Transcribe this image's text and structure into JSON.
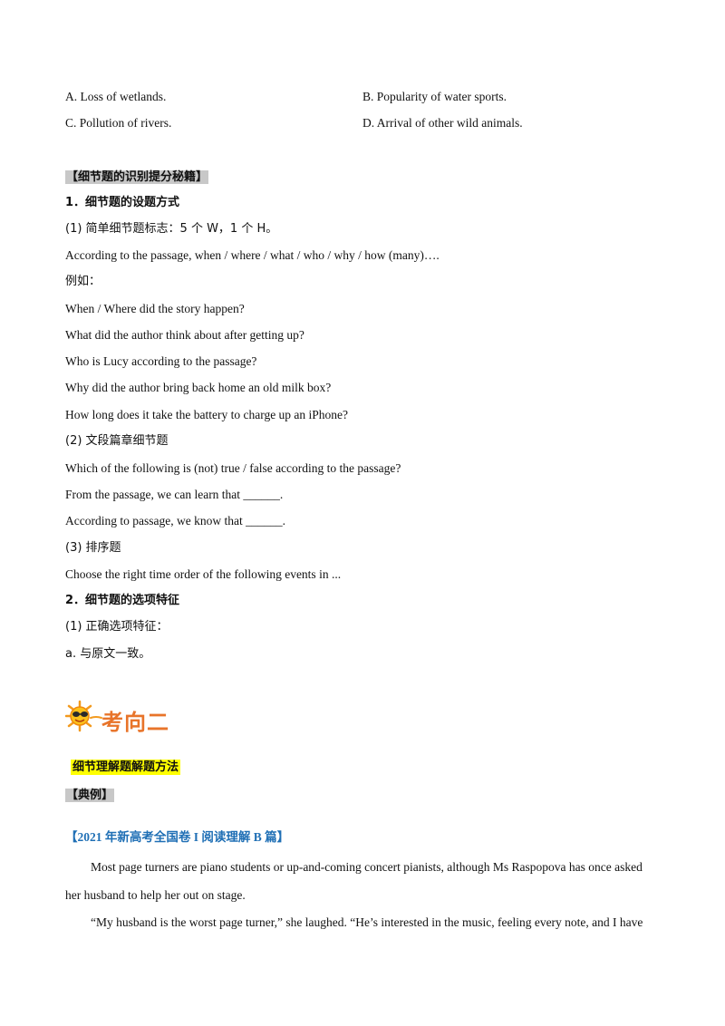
{
  "options": {
    "a": "A.  Loss of wetlands.",
    "b": "B.  Popularity of water sports.",
    "c": "C.  Pollution of rivers.",
    "d": "D.  Arrival of other wild animals."
  },
  "tips_box": "【细节题的识别提分秘籍】",
  "section1_title": "1．细节题的设题方式",
  "s1_item1": "(1)  简单细节题标志：5 个 W，1 个 H。",
  "s1_pattern": "According to the passage, when / where / what / who / why / how (many)….",
  "s1_example_label": "例如：",
  "examples": [
    "When / Where did the story happen?",
    "What did the author think about after getting up?",
    "Who is Lucy according to the passage?",
    "Why did the author bring back home an old milk box?",
    "How long does it take the battery to charge up an iPhone?"
  ],
  "s1_item2": "(2)  文段篇章细节题",
  "s1_item2_lines": [
    "Which of the following is (not) true / false according to the passage?",
    "From the passage, we can learn that ______.",
    "According to passage, we know that ______."
  ],
  "s1_item3": "(3)  排序题",
  "s1_item3_line": "Choose the right time order of the following events in ...",
  "section2_title": "2．细节题的选项特征",
  "s2_item1": "(1)  正确选项特征：",
  "s2_item1_a": "a.  与原文一致。",
  "heading2": "考向二",
  "method_title": "细节理解题解题方法",
  "example_box": "【典例】",
  "source_title": "【2021 年新高考全国卷 I 阅读理解 B 篇】",
  "passage": [
    "Most page turners are piano students or up-and-coming concert pianists, although Ms Raspopova has once asked",
    "her husband to help her out on stage.",
    "“My husband is the worst page turner,” she laughed. “He’s interested in the music, feeling every note, and I have"
  ]
}
